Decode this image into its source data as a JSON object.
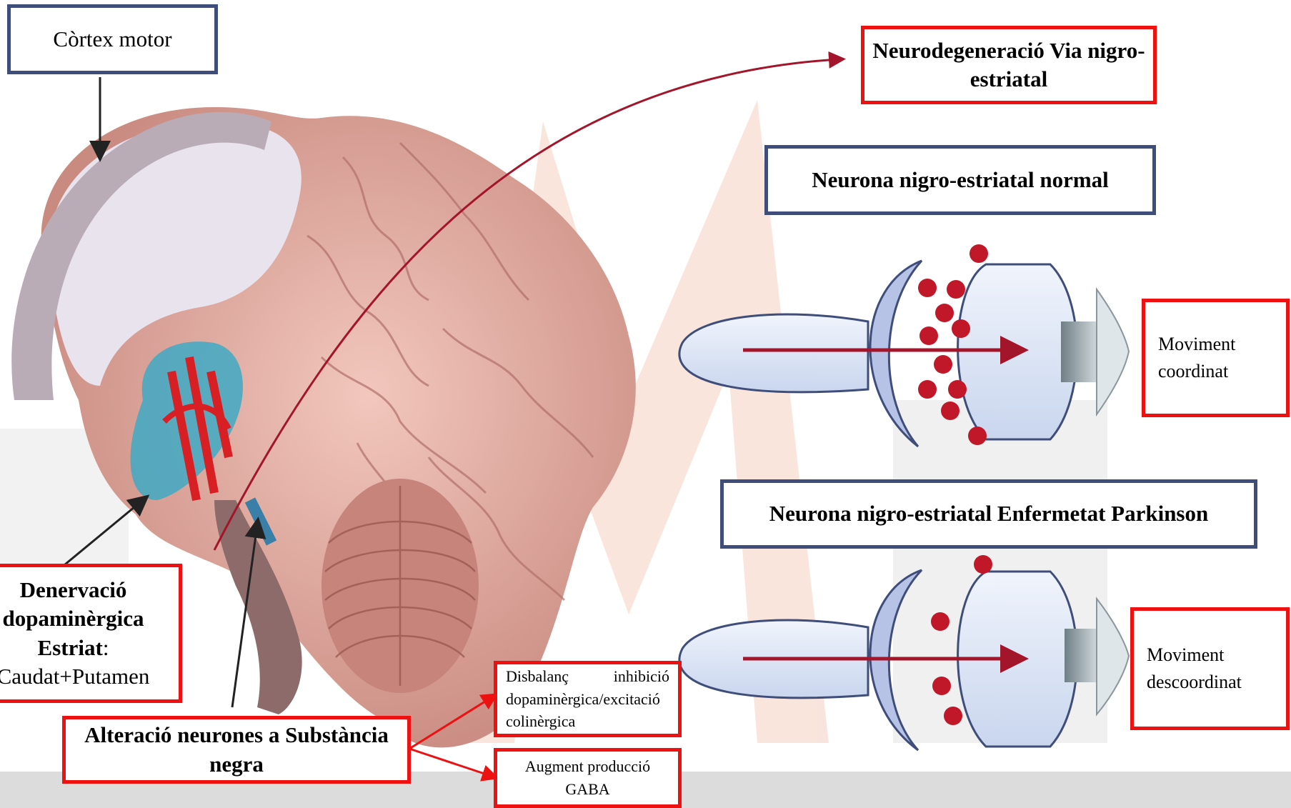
{
  "labels": {
    "cortex_motor": "Còrtex motor",
    "neurodegeneracio": "Neurodegeneració Via nigro-estriatal",
    "neurona_normal": "Neurona nigro-estriatal normal",
    "moviment_coordinat": "Moviment coordinat",
    "neurona_parkinson": "Neurona nigro-estriatal Enfermetat Parkinson",
    "moviment_descoordinat": "Moviment descoordinat",
    "denervacio_bold": "Denervació dopaminèrgica Estriat",
    "denervacio_rest_colon": ":",
    "denervacio_rest": "Caudat+Putamen",
    "disbalanc": "Disbalanç inhibició dopaminèrgica/excitació colinèrgica",
    "augment": "Augment producció GABA",
    "alteracio": "Alteració neurones a Substància negra"
  },
  "colors": {
    "blue_border": "#3f4d7a",
    "red_border": "#ee1111",
    "arrow_dark_red": "#a3152a",
    "vesicle_red": "#c01828",
    "neuron_fill": "#dde7f7",
    "brain_pink": "#d9a39b",
    "watermark": "#f4d2c4"
  },
  "icons": [
    "brain-illustration",
    "presynaptic-neuron",
    "synaptic-vesicles",
    "postsynaptic-neuron",
    "output-arrow"
  ]
}
